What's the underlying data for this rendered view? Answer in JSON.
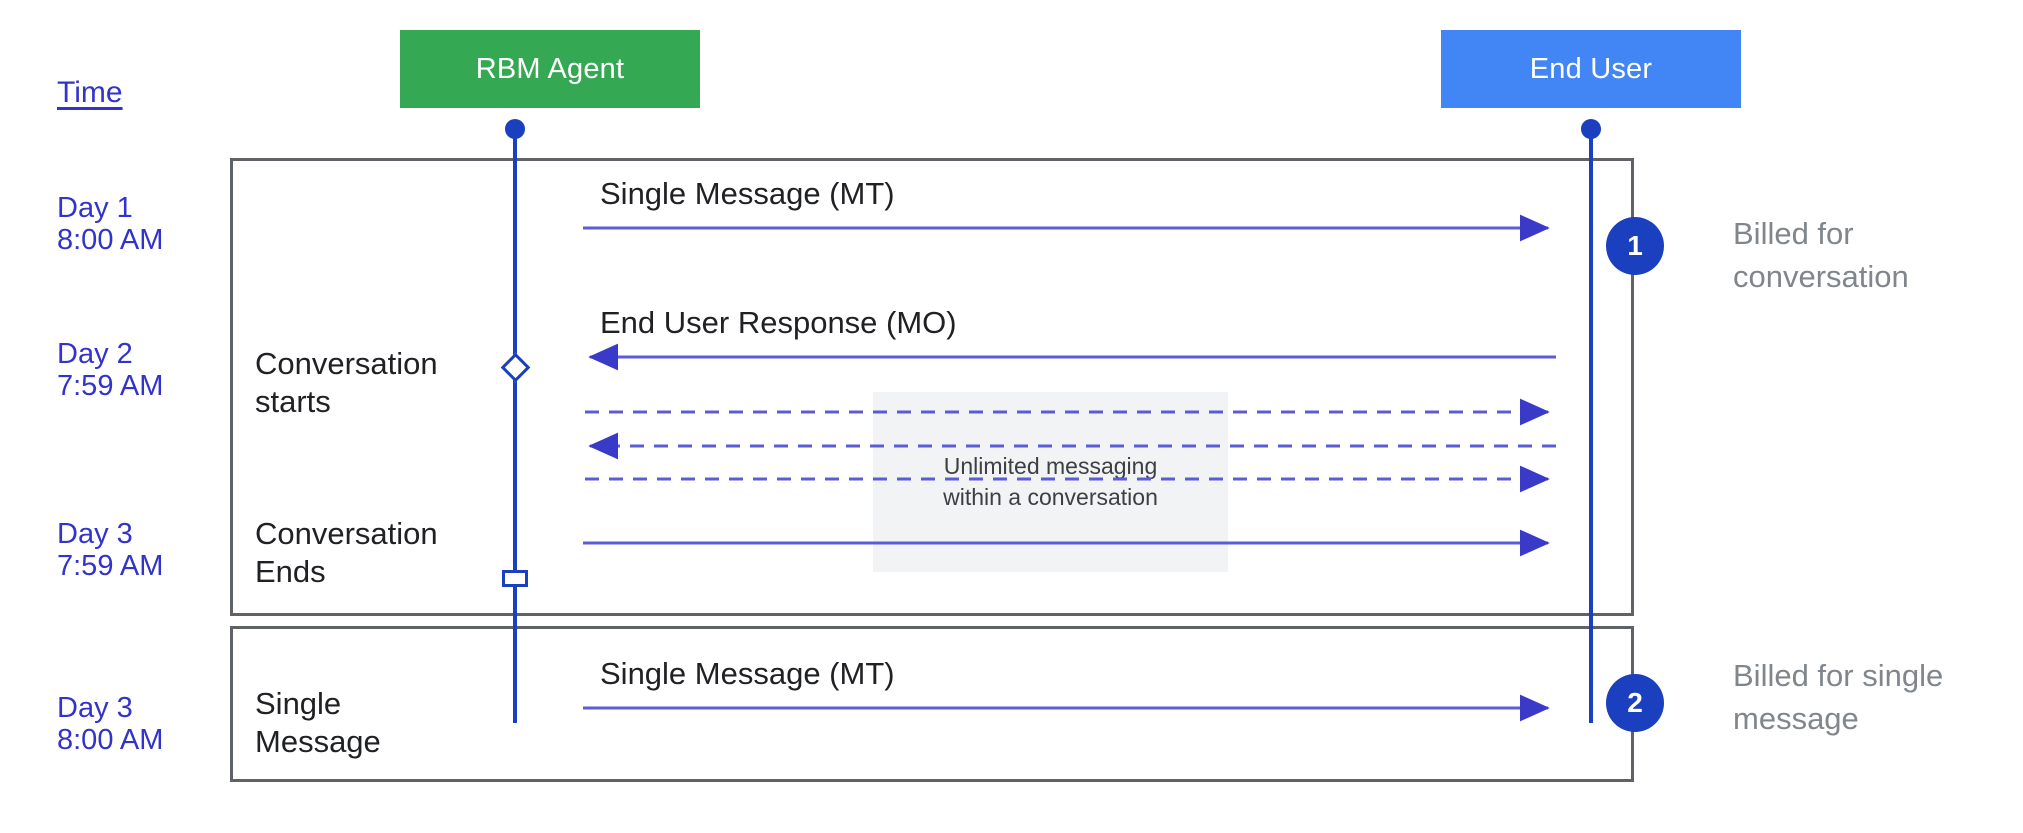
{
  "diagram": {
    "title_hidden": "",
    "colors": {
      "agent_box": "#34A853",
      "user_box": "#4285F4",
      "lifeline": "#1A3FBF",
      "arrow": "#5C5CD6",
      "frame_border": "#5F6368",
      "time_text": "#3333CC",
      "callout_text": "#80868B",
      "note_bg": "#F1F3F4",
      "badge_bg": "#1A3FBF"
    }
  },
  "actors": [
    {
      "id": "rbm-agent",
      "label": "RBM Agent"
    },
    {
      "id": "end-user",
      "label": "End User"
    }
  ],
  "time_column": {
    "header": "Time",
    "entries": [
      {
        "day": "Day 1",
        "time": "8:00 AM"
      },
      {
        "day": "Day 2",
        "time": "7:59 AM"
      },
      {
        "day": "Day 3",
        "time": "7:59 AM"
      },
      {
        "day": "Day 3",
        "time": "8:00 AM"
      }
    ]
  },
  "frames": [
    {
      "id": "conversation-frame",
      "labels": [
        {
          "line1": "Conversation",
          "line2": "starts"
        },
        {
          "line1": "Conversation",
          "line2": "Ends"
        }
      ]
    },
    {
      "id": "single-message-frame",
      "labels": [
        {
          "line1": "Single",
          "line2": "Message"
        }
      ]
    }
  ],
  "messages": [
    {
      "id": "msg-1",
      "label": "Single Message (MT)",
      "direction": "agent-to-user",
      "style": "solid"
    },
    {
      "id": "msg-2",
      "label": "End User Response (MO)",
      "direction": "user-to-agent",
      "style": "solid"
    },
    {
      "id": "msg-3",
      "label": "",
      "direction": "agent-to-user",
      "style": "dashed"
    },
    {
      "id": "msg-4",
      "label": "",
      "direction": "user-to-agent",
      "style": "dashed"
    },
    {
      "id": "msg-5",
      "label": "",
      "direction": "agent-to-user",
      "style": "dashed"
    },
    {
      "id": "msg-6",
      "label": "",
      "direction": "agent-to-user",
      "style": "solid"
    },
    {
      "id": "msg-7",
      "label": "Single Message (MT)",
      "direction": "agent-to-user",
      "style": "solid"
    }
  ],
  "note": {
    "line1": "Unlimited messaging",
    "line2": "within a conversation"
  },
  "callouts": [
    {
      "number": "1",
      "line1": "Billed for",
      "line2": "conversation"
    },
    {
      "number": "2",
      "line1": "Billed for single",
      "line2": "message"
    }
  ]
}
